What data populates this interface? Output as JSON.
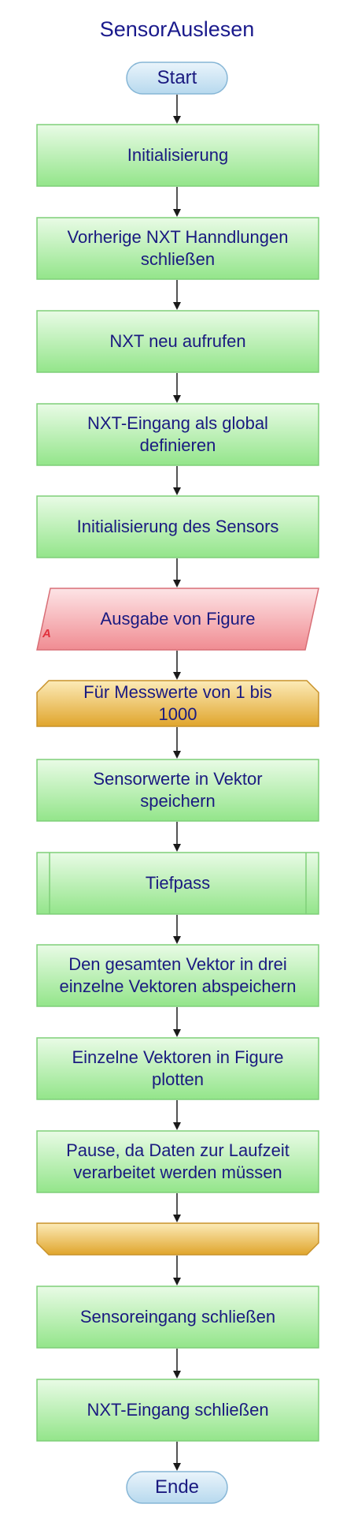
{
  "title": "SensorAuslesen",
  "nodes": {
    "start": "Start",
    "init": "Initialisierung",
    "close_prev": "Vorherige NXT Hanndlungen\nschließen",
    "nxt_new": "NXT neu aufrufen",
    "nxt_global": "NXT-Eingang als global\ndefinieren",
    "sensor_init": "Initialisierung des Sensors",
    "output_figure": "Ausgabe von Figure",
    "output_marker": "A",
    "loop_start": "Für Messwerte von 1 bis\n1000",
    "store_vector": "Sensorwerte in Vektor\nspeichern",
    "lowpass": "Tiefpass",
    "split_vectors": "Den gesamten Vektor in drei\neinzelne Vektoren abspeichern",
    "plot_vectors": "Einzelne Vektoren in Figure\nplotten",
    "pause": "Pause, da Daten zur Laufzeit\nverarbeitet werden müssen",
    "loop_end": "",
    "close_sensor": "Sensoreingang schließen",
    "close_nxt": "NXT-Eingang schließen",
    "end": "Ende"
  },
  "colors": {
    "process_top": "#e9fbe6",
    "process_bottom": "#93e58a",
    "process_stroke": "#7fcf78",
    "terminal_top": "#eaf4fb",
    "terminal_bottom": "#b7d9ee",
    "terminal_stroke": "#86b6d6",
    "io_top": "#fde4e6",
    "io_bottom": "#f08c92",
    "io_stroke": "#d86e76",
    "loop_top": "#fcebb8",
    "loop_bottom": "#e0a52c",
    "loop_stroke": "#c8922a",
    "text": "#1a1a80",
    "arrow": "#1a1a1a"
  }
}
